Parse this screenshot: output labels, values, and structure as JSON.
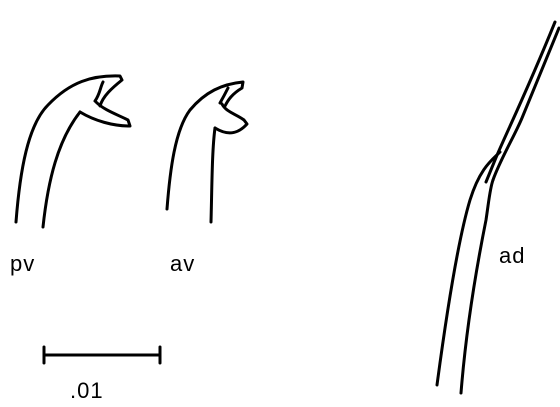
{
  "labels": {
    "pv": "pv",
    "av": "av",
    "ad": "ad"
  },
  "scale_bar": {
    "value_label": ".01"
  },
  "colors": {
    "stroke": "#000000",
    "background": "#ffffff"
  }
}
